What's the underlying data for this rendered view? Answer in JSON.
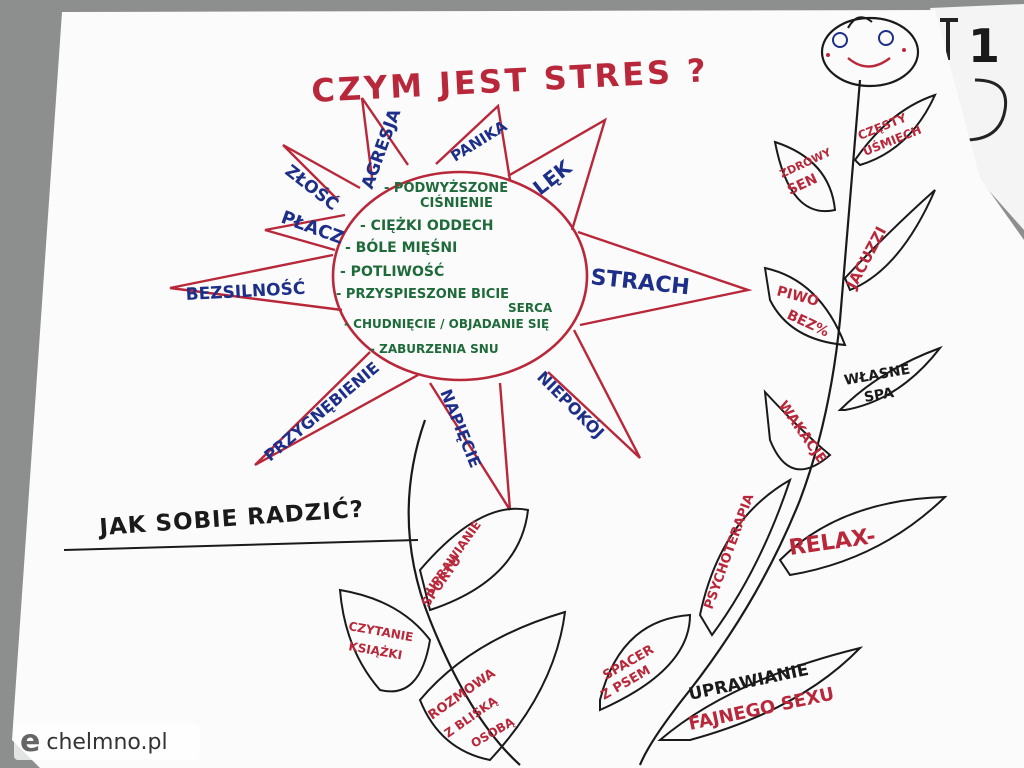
{
  "title": "CZYM JEST STRES ?",
  "corner_mark": "1",
  "symptoms": [
    "- PODWYŻSZONE",
    "CIŚNIENIE",
    "- CIĘŻKI ODDECH",
    "- BÓLE MIĘŚNI",
    "- POTLIWOŚĆ",
    "- PRZYSPIESZONE BICIE",
    "SERCA",
    "- CHUDNIĘCIE / OBJADANIE SIĘ",
    "- ZABURZENIA SNU"
  ],
  "rays": {
    "zlosc": "ZŁOŚĆ",
    "agresja": "AGRESJA",
    "panika": "PANIKA",
    "lek": "LĘK",
    "placz": "PŁACZ",
    "strach": "STRACH",
    "bezsilnosc": "BEZSILNOŚĆ",
    "niepokoj": "NIEPOKÓJ",
    "przygnebienie": "PRZYGNĘBIENIE",
    "napiecie": "NAPIĘCIE"
  },
  "question": "JAK SOBIE RADZIĆ?",
  "leaves": {
    "uprawianie_sportu_1": "UPRAWIANIE",
    "uprawianie_sportu_2": "SPORTU",
    "czytanie_1": "CZYTANIE",
    "czytanie_2": "KSIĄŻKI",
    "rozmowa_1": "ROZMOWA",
    "rozmowa_2": "Z BLISKĄ",
    "rozmowa_3": "OSOBĄ",
    "spacer_1": "SPACER",
    "spacer_2": "Z PSEM",
    "seks_1": "UPRAWIANIE",
    "seks_2": "FAJNEGO SEXU",
    "psychoterapia": "PSYCHOTERAPIA",
    "relax": "RELAX-",
    "wakacje": "WAKACJE",
    "spa_1": "WŁASNE",
    "spa_2": "SPA",
    "piwo_1": "PIWO",
    "piwo_2": "BEZ%",
    "jacuzzi": "JACUZZI",
    "zdrowy_1": "ZDROWY",
    "zdrowy_2": "SEN",
    "usmiech_1": "CZĘSTY",
    "usmiech_2": "UŚMIECH"
  },
  "watermark": {
    "logo": "e",
    "text": "chelmno.pl"
  },
  "colors": {
    "red_marker": "#b8283a",
    "blue_marker": "#1d2f88",
    "green_marker": "#1f6a3a",
    "paper": "#fbfbfb"
  }
}
